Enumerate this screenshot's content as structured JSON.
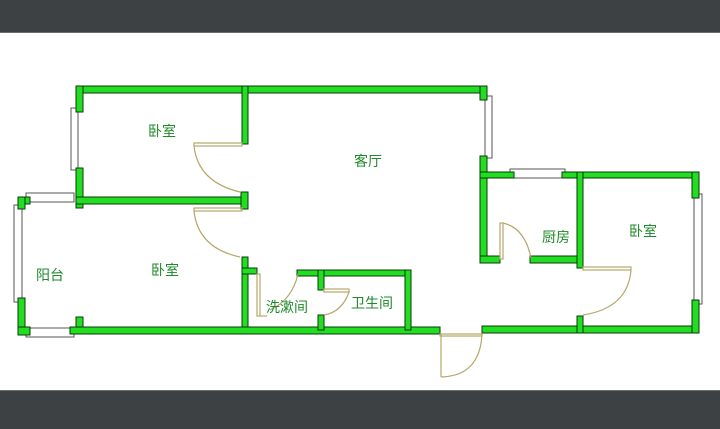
{
  "floorplan": {
    "colors": {
      "wall_fill": "#22dd22",
      "wall_stroke": "#0a3a0a",
      "door": "#b5a86a",
      "window_stroke": "#555555",
      "label": "#1f8a2a",
      "frame_bar": "#3d4144"
    },
    "rooms": [
      {
        "id": "bedroom-top-left",
        "label": "卧室"
      },
      {
        "id": "living-room",
        "label": "客厅"
      },
      {
        "id": "balcony",
        "label": "阳台"
      },
      {
        "id": "bedroom-bottom-left",
        "label": "卧室"
      },
      {
        "id": "wash-room",
        "label": "洗漱间"
      },
      {
        "id": "bathroom",
        "label": "卫生间"
      },
      {
        "id": "kitchen",
        "label": "厨房"
      },
      {
        "id": "bedroom-right",
        "label": "卧室"
      }
    ]
  }
}
